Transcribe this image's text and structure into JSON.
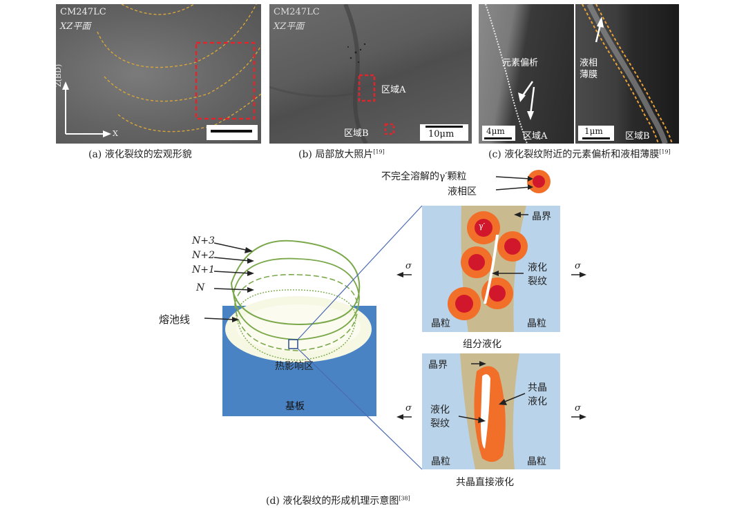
{
  "colors": {
    "grain_blue": "#b9d3ea",
    "boundary_tan": "#c9bb8f",
    "gamma_orange": "#f26f2a",
    "gamma_core_red": "#d1172b",
    "pool_green": "#7aa84a",
    "substrate_blue": "#4a83c4",
    "highlight_red": "#e0262c",
    "trace_orange": "#e8a23a"
  },
  "panel_a": {
    "alloy": "CM247LC",
    "plane": "XZ平面",
    "axis_z": "Z(BD)",
    "axis_x": "X",
    "caption": "(a) 液化裂纹的宏观形貌"
  },
  "panel_b": {
    "alloy": "CM247LC",
    "plane": "XZ平面",
    "region_a": "区域A",
    "region_b": "区域B",
    "scale": "10μm",
    "caption": "(b) 局部放大照片",
    "ref": "[19]"
  },
  "panel_c": {
    "label_segregation": "元素偏析",
    "label_film": "液相薄膜",
    "scale_left": "4μm",
    "region_left": "区域A",
    "scale_right": "1μm",
    "region_right": "区域B",
    "caption": "(c) 液化裂纹附近的元素偏析和液相薄膜",
    "ref": "[19]"
  },
  "panel_d": {
    "legend_particle": "不完全溶解的γ′颗粒",
    "legend_liquid": "液相区",
    "layers": [
      "N+3",
      "N+2",
      "N+1",
      "N"
    ],
    "fusion_line": "熔池线",
    "haz": "热影响区",
    "substrate": "基板",
    "upper": {
      "grain_boundary": "晶界",
      "gamma": "γ′",
      "crack": "液化裂纹",
      "grain_left": "晶粒",
      "grain_right": "晶粒",
      "title": "组分液化"
    },
    "lower": {
      "grain_boundary": "晶界",
      "eutectic": "共晶液化",
      "crack": "液化裂纹",
      "grain_left": "晶粒",
      "grain_right": "晶粒",
      "title": "共晶直接液化"
    },
    "stress": "σ",
    "caption": "(d) 液化裂纹的形成机理示意图",
    "ref": "[38]"
  }
}
